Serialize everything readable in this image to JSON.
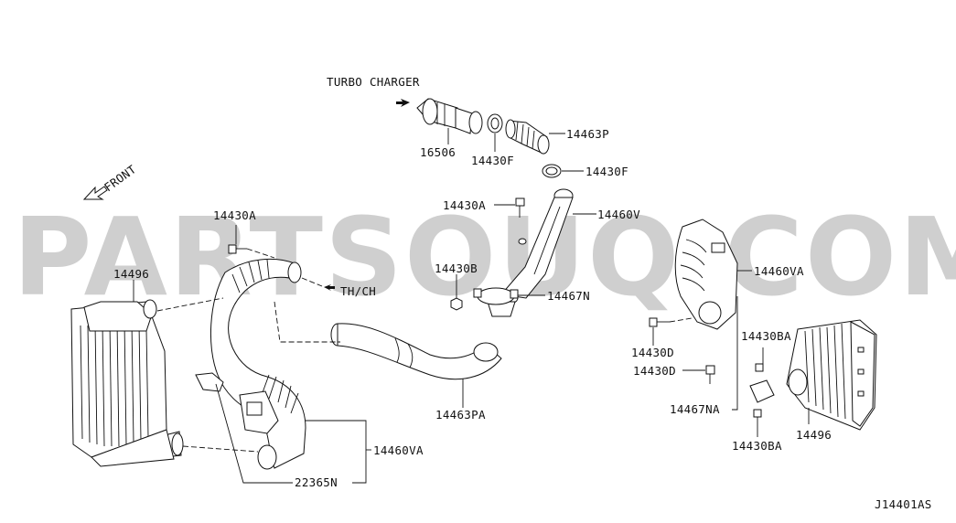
{
  "diagram": {
    "id_code": "J14401AS",
    "watermark": "PARTSOUQ.COM",
    "direction_labels": {
      "turbo_charger": "TURBO CHARGER",
      "th_ch": "TH/CH",
      "front": "FRONT"
    },
    "callouts": {
      "p16506": "16506",
      "p14430F_a": "14430F",
      "p14463P": "14463P",
      "p14430F_b": "14430F",
      "p14430A_top": "14430A",
      "p14460V": "14460V",
      "p14430A_left": "14430A",
      "p14496_left": "14496",
      "p14430B": "14430B",
      "p14467N": "14467N",
      "p14460VA_right": "14460VA",
      "p14430D_a": "14430D",
      "p14430BA_a": "14430BA",
      "p14430D_b": "14430D",
      "p14467NA": "14467NA",
      "p14430BA_b": "14430BA",
      "p14496_right": "14496",
      "p14463PA": "14463PA",
      "p14460VA_bottom": "14460VA",
      "p22365N": "22365N"
    }
  }
}
